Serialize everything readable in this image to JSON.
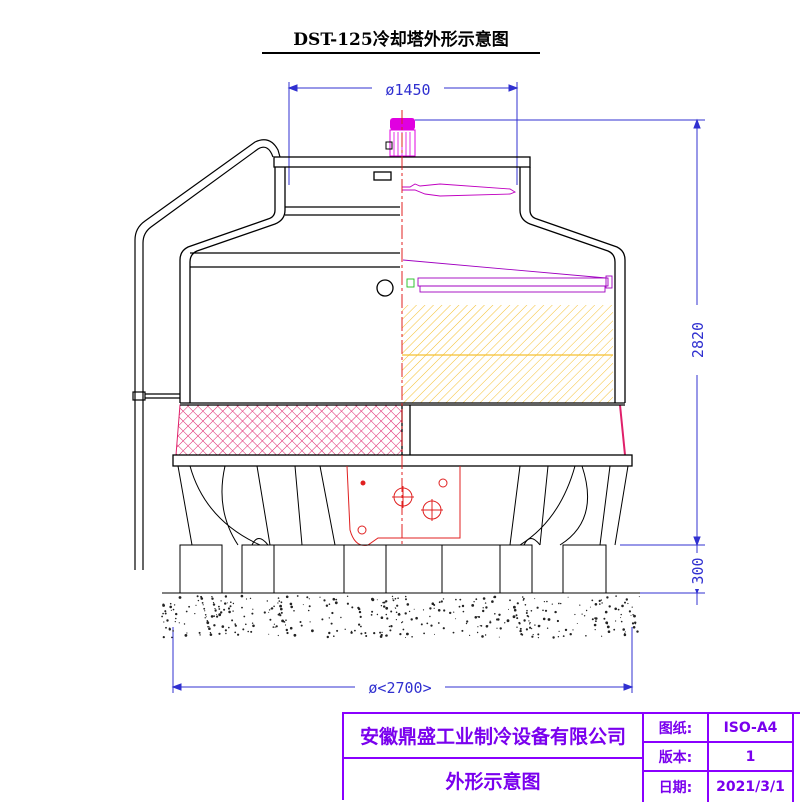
{
  "title": "DST-125冷却塔外形示意图",
  "dimensions": {
    "top_diameter": "ø1450",
    "height_total": "2820",
    "base_height": "300",
    "base_diameter": "ø<2700>"
  },
  "title_block": {
    "company": "安徽鼎盛工业制冷设备有限公司",
    "drawing_name": "外形示意图",
    "rows": [
      {
        "label": "图纸:",
        "value": "ISO-A4"
      },
      {
        "label": "版本:",
        "value": "1"
      },
      {
        "label": "日期:",
        "value": "2021/3/1"
      }
    ]
  },
  "colors": {
    "outline": "#000000",
    "dimension": "#3030d0",
    "motor": "#e000e0",
    "fill_media": "#f5c030",
    "air_inlet": "#e0206a",
    "bracket": "#e02020",
    "title_block": "#8a00ff"
  }
}
